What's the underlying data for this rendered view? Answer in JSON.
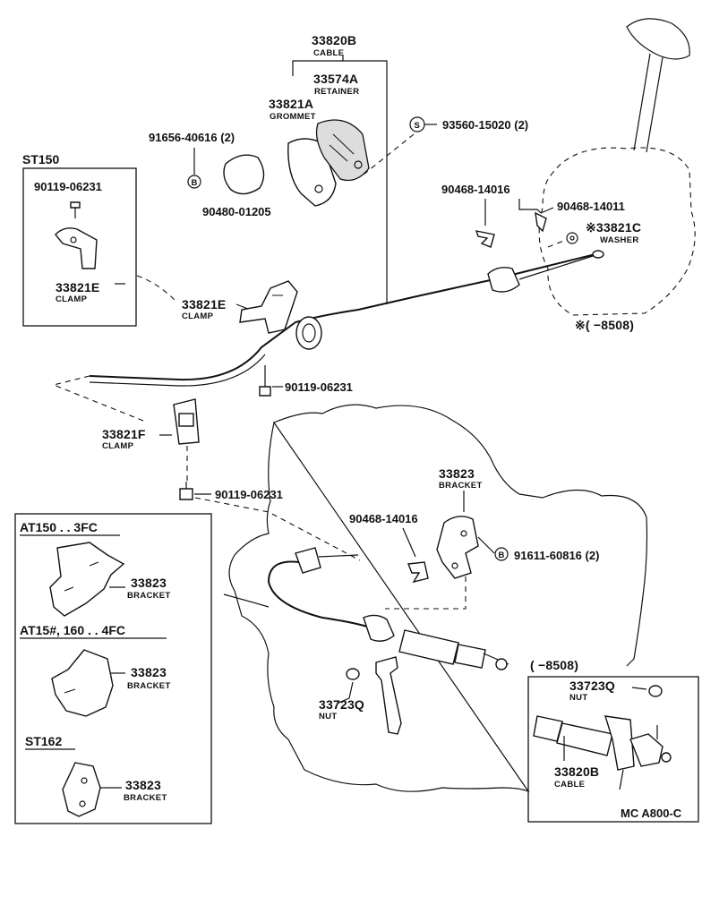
{
  "diagram": {
    "ref_code": "MC A800-C",
    "date_note": "※(      −8508)",
    "date_note2": "(      −8508)",
    "labels": {
      "cable_pn": "33820B",
      "cable_sub": "CABLE",
      "retainer_pn": "33574A",
      "retainer_sub": "RETAINER",
      "grommet_pn": "33821A",
      "grommet_sub": "GROMMET",
      "bolt_a": "91656-40616 (2)",
      "pin_s": "93560-15020 (2)",
      "plug": "90480-01205",
      "clip_a": "90468-14016",
      "clip_b": "90468-14011",
      "washer_pn": "※33821C",
      "washer_sub": "WASHER",
      "clampE_pn": "33821E",
      "clampE_sub": "CLAMP",
      "bolt_b": "90119-06231",
      "clampF_pn": "33821F",
      "clampF_sub": "CLAMP",
      "bolt_c": "90119-06231",
      "bracket_pn": "33823",
      "bracket_sub": "BRACKET",
      "clip_c": "90468-14016",
      "bolt_d": "91611-60816 (2)",
      "nut_pn": "33723Q",
      "nut_sub": "NUT",
      "circle_s": "S",
      "circle_b": "B"
    },
    "inset_st150": {
      "title": "ST150",
      "bolt": "90119-06231",
      "clamp_pn": "33821E",
      "clamp_sub": "CLAMP"
    },
    "inset_variants": [
      {
        "title": "AT150 . . 3FC",
        "pn": "33823",
        "sub": "BRACKET"
      },
      {
        "title": "AT15#, 160 . . 4FC",
        "pn": "33823",
        "sub": "BRACKET"
      },
      {
        "title": "ST162",
        "pn": "33823",
        "sub": "BRACKET"
      }
    ],
    "inset_early": {
      "nut_pn": "33723Q",
      "nut_sub": "NUT",
      "cable_pn": "33820B",
      "cable_sub": "CABLE"
    }
  }
}
